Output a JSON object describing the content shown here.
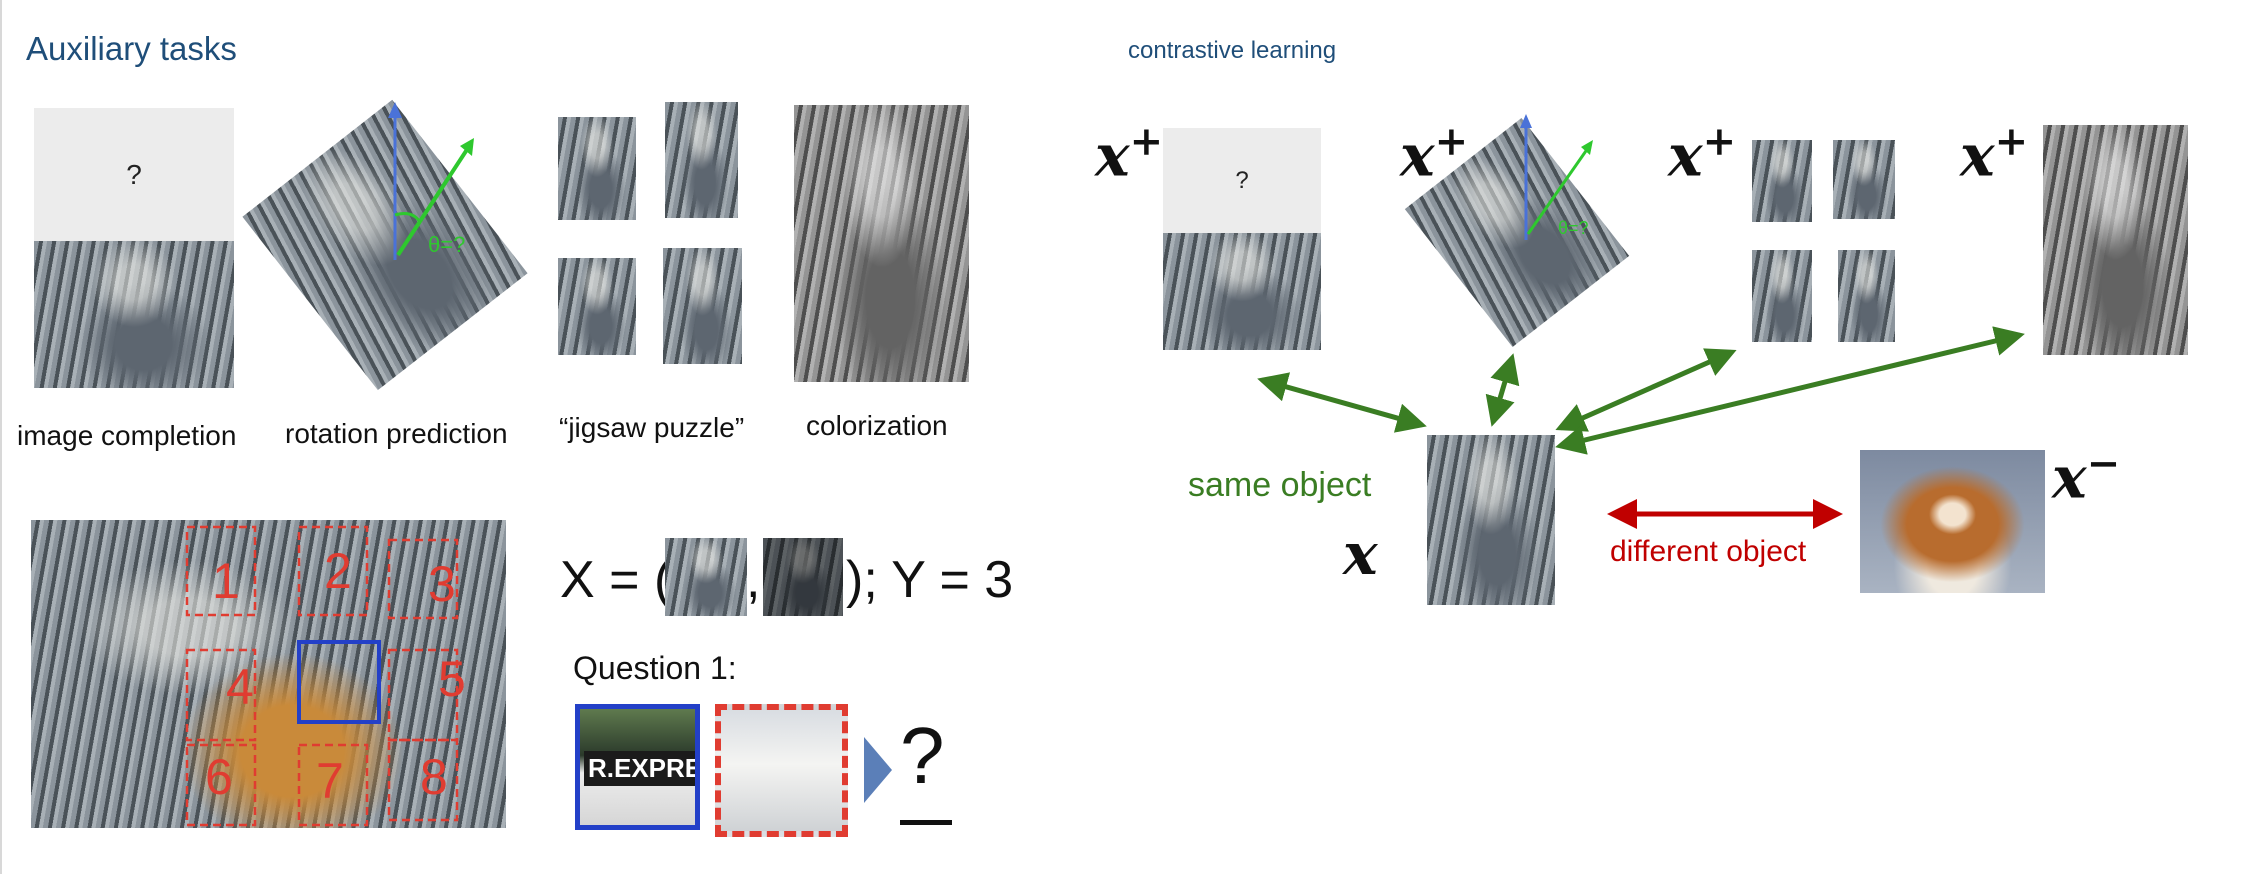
{
  "left": {
    "title": "Auxiliary tasks",
    "captions": {
      "completion": "image completion",
      "rotation": "rotation prediction",
      "jigsaw": "“jigsaw puzzle”",
      "colorization": "colorization"
    },
    "completion_mark": "?",
    "rotation_label": "θ=?",
    "grid_numbers": [
      "1",
      "2",
      "3",
      "4",
      "5",
      "6",
      "7",
      "8"
    ],
    "formula": {
      "left": "X = (",
      "comma": ",",
      "right": "); Y = 3"
    },
    "question": "Question 1:",
    "express_text": "R.EXPRESS",
    "answer_mark": "?"
  },
  "right": {
    "subtitle": "contrastive learning",
    "positive_label": "x",
    "positive_sup": "+",
    "anchor_label": "x",
    "negative_label": "x",
    "negative_sup": "−",
    "completion_mark": "?",
    "rotation_label": "θ=?",
    "same_object": "same object",
    "different_object": "different object"
  },
  "colors": {
    "title": "#1f4e79",
    "same": "#3a7d23",
    "different": "#c00000",
    "grid": "#e03c31",
    "blue_box": "#2340c8"
  }
}
